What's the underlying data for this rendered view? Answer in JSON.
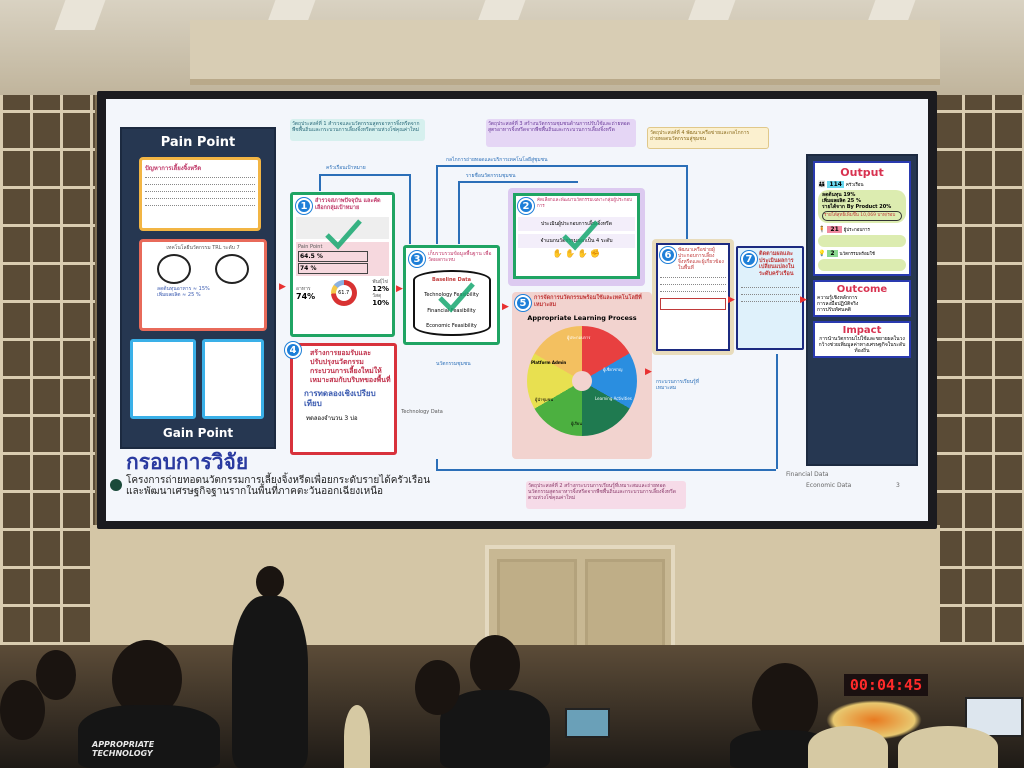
{
  "slide": {
    "title": "กรอบการวิจัย",
    "subtitle_line1": "โครงการถ่ายทอดนวัตกรรมการเลี้ยงจิ้งหรีดเพื่อยกระดับรายได้ครัวเรือน",
    "subtitle_line2": "และพัฒนาเศรษฐกิจฐานรากในพื้นที่ภาคตะวันออกเฉียงเหนือ",
    "page_number": "3",
    "pain_point": {
      "heading": "Pain Point",
      "problem_title": "ปัญหาการเลี้ยงจิ้งหรีด",
      "trl_title": "เทคโนโลยีนวัตกรรม TRL ระดับ 7",
      "bullet_cost": "ลดต้นทุนอาหาร ≈ 15%",
      "bullet_yield": "เพิ่มผลผลิต ≈ 25 %"
    },
    "gain_point": {
      "heading": "Gain Point"
    },
    "box1": {
      "num": "1",
      "title": "สำรวจสภาพปัจจุบัน และคัดเลือกกลุ่มเป้าหมาย",
      "pain_label": "Pain Point",
      "stat1": "64.5 %",
      "stat2": "74 %",
      "food_label": "อาหาร",
      "food_pct": "74%",
      "donut": "61.7",
      "seed_pct": "12%",
      "seed_label": "พันธุ์ไข่",
      "other_pct": "10%",
      "other_label": "วัสดุ"
    },
    "box3": {
      "num": "3",
      "title": "เก็บรวบรวมข้อมูลพื้นฐาน เพื่อวัดผลกระทบ",
      "db_items": [
        "Baseline Data",
        "Technology Feasibility",
        "Financial Feasibility",
        "Economic Feasibility"
      ]
    },
    "box2": {
      "num": "2",
      "title": "คัดเลือกและพัฒนานวัตกรรมเฉพาะกลุ่มผู้ประกอบการ",
      "step1": "ประเมินผู้ประกอบการเลี้ยงจิ้งหรีด",
      "step2": "จำแนกนวัตกรรมออกเป็น 4 ระดับ"
    },
    "box4": {
      "num": "4",
      "title": "สร้างการยอมรับและปรับปรุงนวัตกรรมกระบวนการเลี้ยงใหม่ให้เหมาะสมกับบริบทของพื้นที่",
      "sub": "การทดลองเชิงเปรียบเทียบ",
      "bullet": "ทดลองจำนวน 3 บ่อ"
    },
    "box5": {
      "num": "5",
      "title": "การจัดการนวัตกรรมพร้อมใช้และเทคโนโลยีที่เหมาะสม",
      "heading": "Appropriate Learning Process",
      "segments": [
        "Platform Admin",
        "ผู้ประกอบการ",
        "ผู้เชี่ยวชาญ",
        "Learning Activities",
        "ผู้เรียน",
        "ผู้นำชุมชน"
      ]
    },
    "box6": {
      "num": "6",
      "title": "พัฒนาเครือข่ายผู้ประกอบการเลี้ยงจิ้งหรีดและผู้เกี่ยวข้องในพื้นที่"
    },
    "box7": {
      "num": "7",
      "title": "ติดตามผลและประเมินผลการเปลี่ยนแปลงในระดับครัวเรือน"
    },
    "output": {
      "heading": "Output",
      "households": "114",
      "households_label": "ครัวเรือน",
      "bullets": [
        "ลดต้นทุน 19%",
        "เพิ่มผลผลิต 25 %",
        "รายได้จาก By Product 20%"
      ],
      "income": "รายได้สุทธิเพิ่มขึ้น 10,069 บาท/รอบ",
      "entrepreneurs": "21",
      "entrepreneurs_label": "ผู้ประกอบการ",
      "innovations": "2",
      "innovations_label": "นวัตกรรมพร้อมใช้"
    },
    "outcome": {
      "heading": "Outcome",
      "bullets": [
        "ความรู้เชิงหลักการ",
        "การลงมือปฏิบัติจริง",
        "การปรับทัศนคติ"
      ]
    },
    "impact": {
      "heading": "Impact",
      "text": "การนำนวัตกรรมไปใช้และขยายผลในวงกว้างช่วยเพิ่มมูลค่าทางเศรษฐกิจในระดับท้องถิ่น"
    },
    "labels": {
      "target_households": "ครัวเรือนเป้าหมาย",
      "tech_transfer": "กลไกการถ่ายทอดและบริการเทคโนโลยีสู่ชุมชน",
      "community_innovation": "รายชื่อนวัตกรรมชุมชน",
      "technology_data": "Technology Data",
      "innovation_community": "นวัตกรรมชุมชน",
      "learning_process": "กระบวนการเรียนรู้ที่เหมาะสม",
      "financial_data": "Financial Data",
      "economic_data": "Economic Data"
    },
    "objectives": [
      "วัตถุประสงค์ที่ 1 สำรวจและนวัตกรรมสูตรอาหารจิ้งหรีดจากพืชพื้นถิ่นและกระบวนการเลี้ยงจิ้งหรีดตามห่วงโซ่คุณค่าใหม่",
      "วัตถุประสงค์ที่ 3 สร้างนวัตกรรมชุมชนด้านการปรับใช้และถ่ายทอดสูตรอาหารจิ้งหรีดจากพืชพื้นถิ่นและกระบวนการเลี้ยงจิ้งหรีด",
      "วัตถุประสงค์ที่ 4 พัฒนาเครือข่ายและกลไกการถ่ายทอดนวัตกรรมสู่ชุมชน",
      "วัตถุประสงค์ที่ 2 สร้างกระบวนการเรียนรู้ที่เหมาะสมและถ่ายทอดนวัตกรรมสูตรอาหารจิ้งหรีดจากพืชพื้นถิ่นและกระบวนการเลี้ยงจิ้งหรีดตามห่วงโซ่คุณค่าใหม่"
    ]
  },
  "room": {
    "timer": "00:04:45",
    "shirt_text": "APPROPRIATE TECHNOLOGY"
  },
  "colors": {
    "navy": "#263751",
    "green": "#1fa463",
    "red": "#d8323c",
    "blue": "#2b6fb8",
    "timer": "#ff2a2a"
  }
}
